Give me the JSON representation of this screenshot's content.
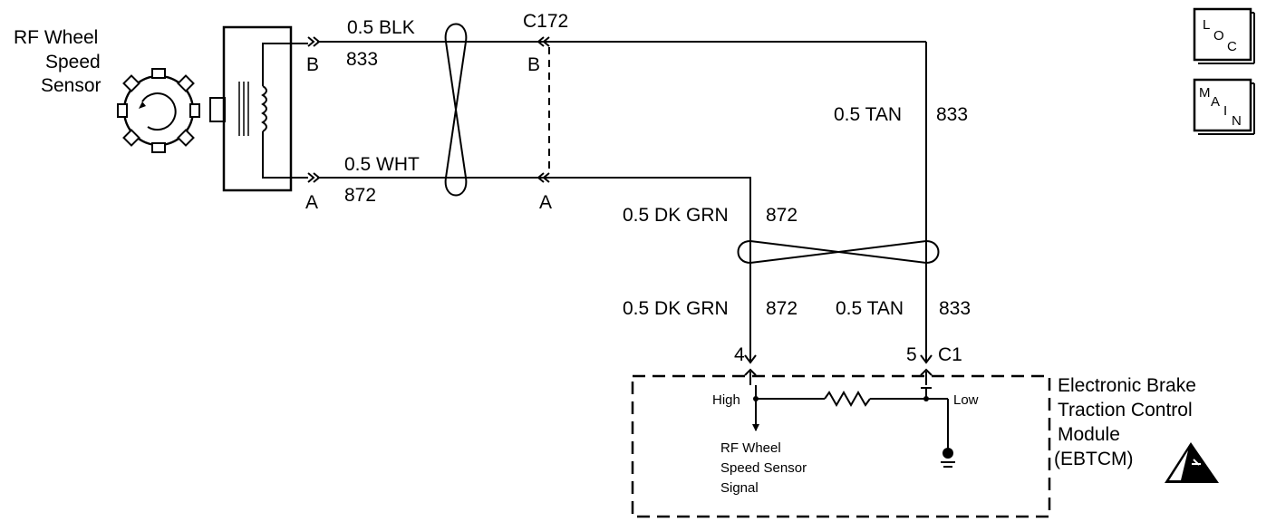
{
  "sensor": {
    "name_line1": "RF Wheel",
    "name_line2": "Speed",
    "name_line3": "Sensor"
  },
  "upper_wire": {
    "color": "0.5 BLK",
    "circuit": "833",
    "terminal_sensor": "B",
    "terminal_connector": "B"
  },
  "lower_wire": {
    "color": "0.5 WHT",
    "circuit": "872",
    "terminal_sensor": "A",
    "terminal_connector": "A"
  },
  "connector": {
    "id": "C172"
  },
  "right_wire_upper": {
    "color": "0.5 TAN",
    "circuit": "833"
  },
  "left_wire_upper": {
    "color": "0.5 DK GRN",
    "circuit": "872"
  },
  "left_wire_lower": {
    "color": "0.5 DK GRN",
    "circuit": "872"
  },
  "right_wire_lower": {
    "color": "0.5 TAN",
    "circuit": "833"
  },
  "module_connector": {
    "pin_left": "4",
    "pin_right": "5",
    "id": "C1"
  },
  "module": {
    "name_line1": "Electronic Brake",
    "name_line2": "Traction Control",
    "name_line3": "Module",
    "name_line4": "(EBTCM)",
    "high_label": "High",
    "low_label": "Low",
    "signal_line1": "RF Wheel",
    "signal_line2": "Speed Sensor",
    "signal_line3": "Signal"
  },
  "loc_button": {
    "l": "L",
    "o": "O",
    "c": "C"
  },
  "main_button": {
    "m": "M",
    "a": "A",
    "i": "I",
    "n": "N"
  },
  "icons": [
    "loc-icon",
    "main-icon",
    "esd-warning-icon",
    "ground-icon",
    "resistor-icon",
    "sensor-coil-icon",
    "tone-wheel-icon"
  ]
}
